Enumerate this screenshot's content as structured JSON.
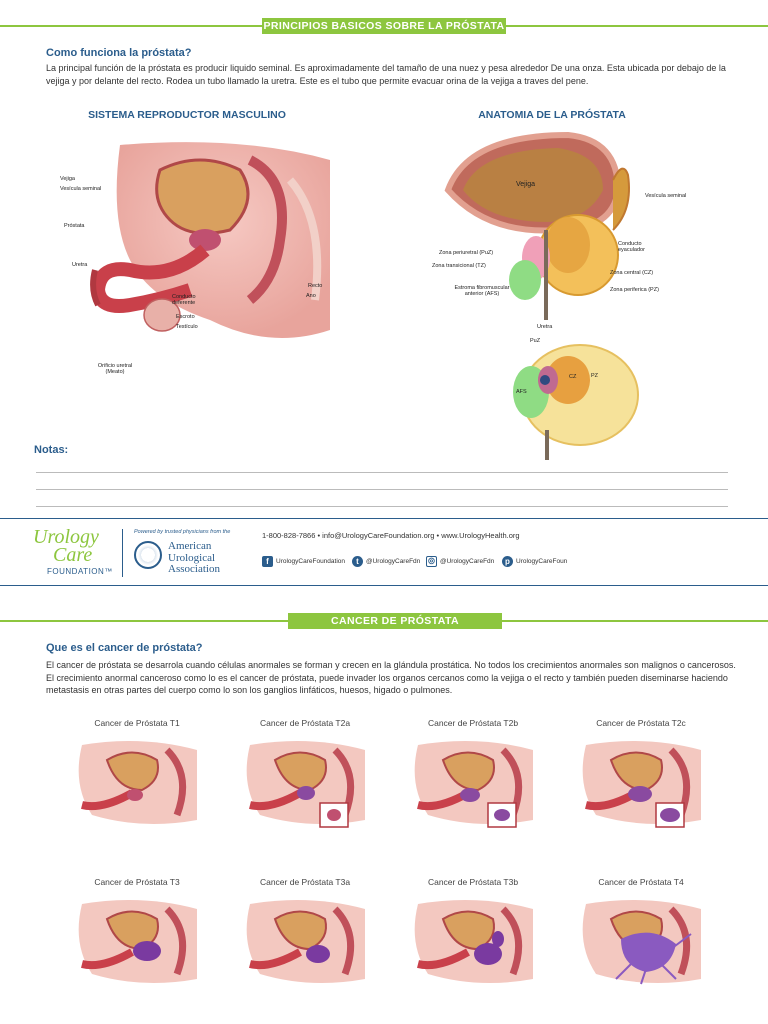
{
  "section1": {
    "band_label": "PRINCIPIOS BASICOS SOBRE LA PRÓSTATA",
    "heading": "Como funciona la próstata?",
    "body": "La principal función de la próstata es producir liquido seminal. Es aproximadamente del tamaño de una nuez y pesa alrededor De una onza. Esta ubicada por debajo de la vejiga y por delante del recto. Rodea un tubo llamado la uretra. Este es el tubo que permite evacuar orina de la vejiga a traves del pene."
  },
  "figure_left": {
    "title": "SISTEMA REPRODUCTOR MASCULINO",
    "labels": {
      "vejiga": "Vejiga",
      "vesicula": "Vesícula seminal",
      "prostata": "Próstata",
      "uretra": "Uretra",
      "recto": "Recto",
      "ano": "Ano",
      "conducto": "Conducto deferente",
      "escroto": "Escroto",
      "testiculo": "Testículo",
      "orificio": "Orificio uretral (Meato)"
    }
  },
  "figure_right": {
    "title": "ANATOMIA DE LA PRÓSTATA",
    "labels": {
      "vejiga": "Vejiga",
      "vesicula": "Vesícula seminal",
      "conducto": "Conducto eyaculador",
      "puz": "Zona periuretral (PuZ)",
      "tz": "Zona transicional (TZ)",
      "cz": "Zona central (CZ)",
      "pz": "Zona periferica (PZ)",
      "afs": "Estroma fibromuscular anterior (AFS)",
      "uretra": "Uretra",
      "puz_short": "PuZ",
      "afs_short": "AFS",
      "cz_short": "CZ",
      "pz_short": "PZ"
    }
  },
  "notes": {
    "heading": "Notas:"
  },
  "footer": {
    "logo_line1": "Urology",
    "logo_line2": "Care",
    "logo_line3": "FOUNDATION™",
    "powered": "Powered by trusted physicians from the",
    "aua_1": "American",
    "aua_2": "Urological",
    "aua_3": "Association",
    "contact": "1-800-828-7866 • info@UrologyCareFoundation.org •  www.UrologyHealth.org",
    "social": {
      "facebook": "UrologyCareFoundation",
      "twitter": "@UrologyCareFdn",
      "instagram": "@UrologyCareFdn",
      "pinterest": "UrologyCareFoun"
    }
  },
  "section2": {
    "band_label": "CANCER DE PRÓSTATA",
    "heading": "Que es el cancer de próstata?",
    "body": "El cancer de próstata se desarrola cuando células anormales se forman y crecen en la glándula prostática. No todos los crecimientos anormales son malignos o cancerosos. El crecimiento anormal canceroso como lo es el cancer de próstata, puede invader los organos cercanos como la vejiga o el recto y también pueden diseminarse haciendo metastasis en otras partes del cuerpo como lo son los ganglios linfáticos, huesos, higado o pulmones.",
    "stages": [
      "Cancer de Próstata T1",
      "Cancer de Próstata T2a",
      "Cancer de Próstata T2b",
      "Cancer de Próstata T2c",
      "Cancer de Próstata T3",
      "Cancer de Próstata T3a",
      "Cancer de Próstata T3b",
      "Cancer de Próstata T4"
    ]
  }
}
